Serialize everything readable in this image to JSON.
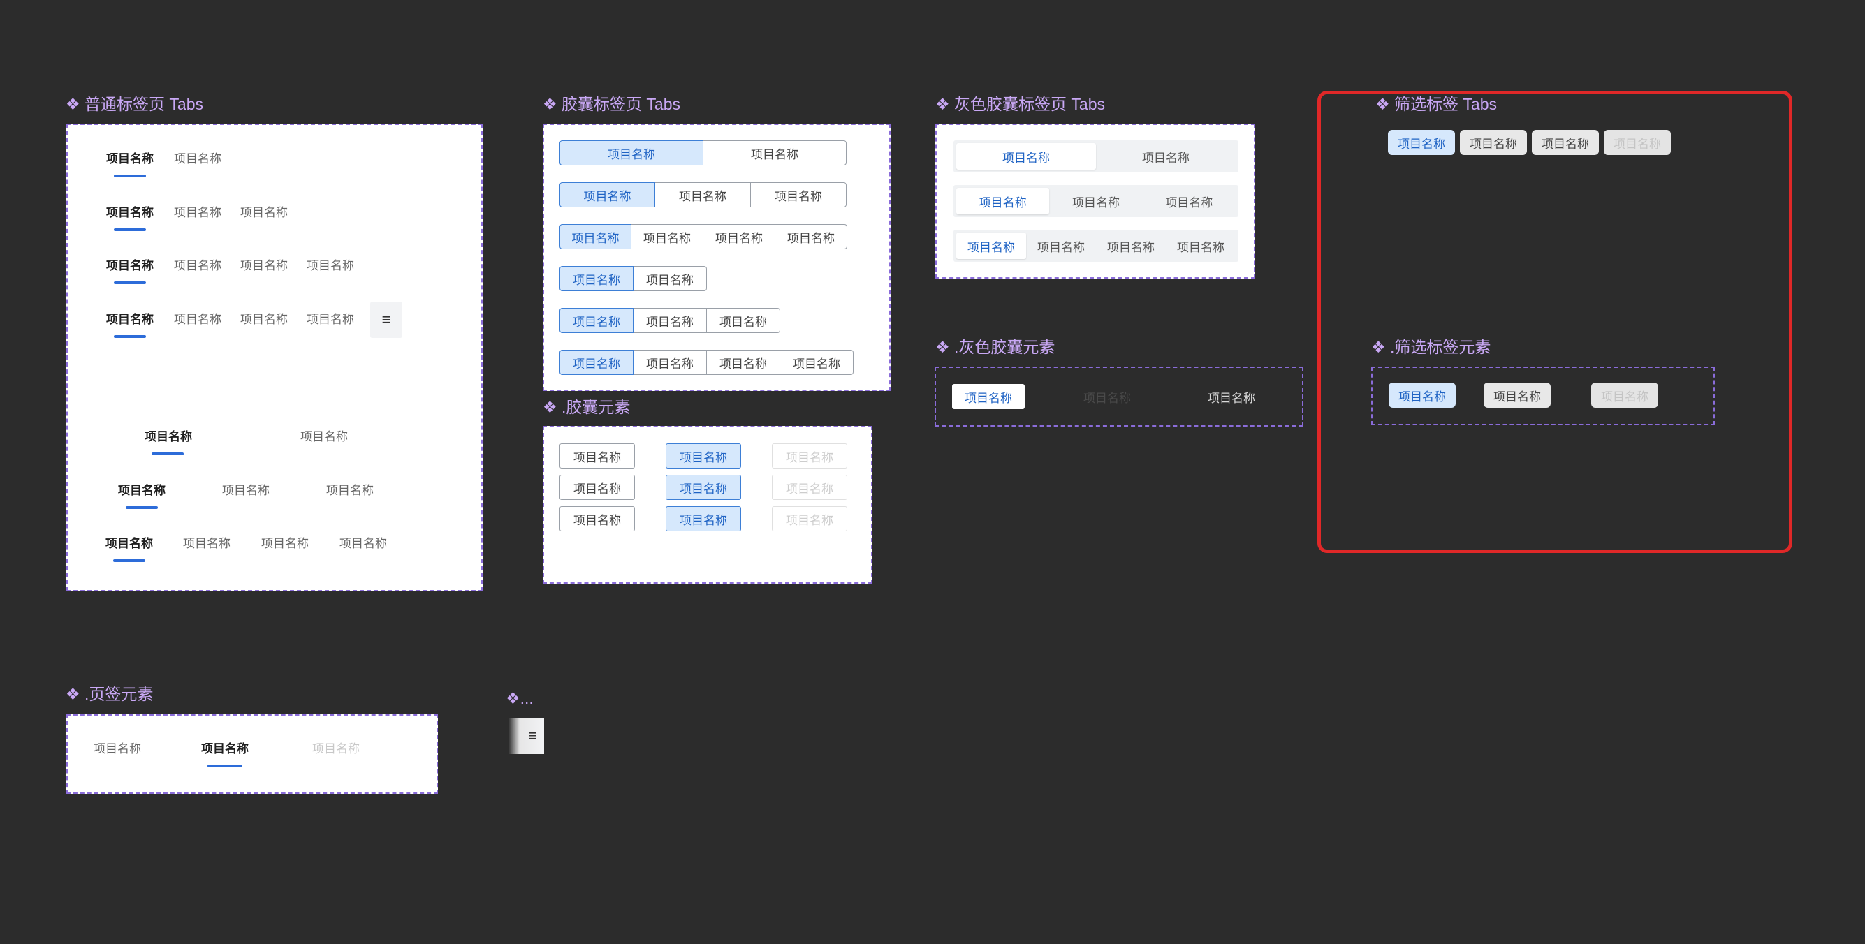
{
  "titles": {
    "normal_tabs": "❖ 普通标签页 Tabs",
    "capsule_tabs": "❖ 胶囊标签页 Tabs",
    "grey_capsule_tabs": "❖ 灰色胶囊标签页 Tabs",
    "filter_tabs": "❖ 筛选标签 Tabs",
    "capsule_element": "❖ .胶囊元素",
    "grey_capsule_element": "❖ .灰色胶囊元素",
    "filter_tag_element": "❖ .筛选标签元素",
    "tab_element": "❖ .页签元素",
    "ellipsis": "❖..."
  },
  "item_label": "项目名称",
  "more_icon": "≡",
  "colors": {
    "background": "#2c2c2c",
    "title": "#c9a8f5",
    "dashed_border": "#8a6cd9",
    "accent": "#2d6cd9",
    "selected_fill": "#d6e8fc",
    "highlight_border": "#e02828"
  }
}
